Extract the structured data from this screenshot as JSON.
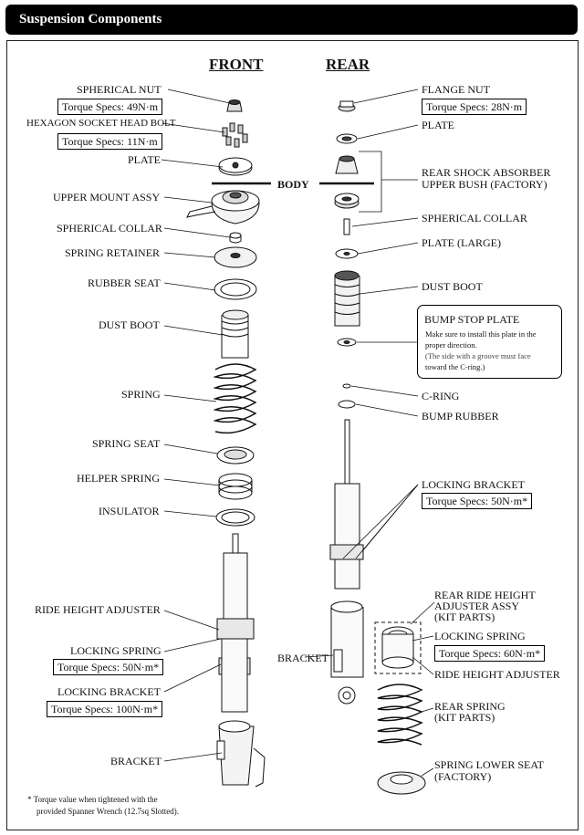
{
  "header": {
    "title": "Suspension Components"
  },
  "columns": {
    "front": "FRONT",
    "rear": "REAR"
  },
  "body_label": "BODY",
  "front": {
    "spherical_nut": "SPHERICAL NUT",
    "spherical_nut_torque": "Torque Specs: 49N·m",
    "hex_bolt": "HEXAGON SOCKET HEAD BOLT",
    "hex_bolt_torque": "Torque Specs: 11N·m",
    "plate": "PLATE",
    "upper_mount": "UPPER MOUNT ASSY",
    "spherical_collar": "SPHERICAL COLLAR",
    "spring_retainer": "SPRING RETAINER",
    "rubber_seat": "RUBBER SEAT",
    "dust_boot": "DUST BOOT",
    "spring": "SPRING",
    "spring_seat": "SPRING SEAT",
    "helper_spring": "HELPER SPRING",
    "insulator": "INSULATOR",
    "ride_height_adjuster": "RIDE HEIGHT ADJUSTER",
    "locking_spring": "LOCKING SPRING",
    "locking_spring_torque": "Torque Specs: 50N·m*",
    "locking_bracket": "LOCKING BRACKET",
    "locking_bracket_torque": "Torque Specs: 100N·m*",
    "bracket": "BRACKET"
  },
  "rear": {
    "flange_nut": "FLANGE NUT",
    "flange_nut_torque": "Torque Specs: 28N·m",
    "plate": "PLATE",
    "upper_bush_1": "REAR SHOCK ABSORBER",
    "upper_bush_2": "UPPER BUSH (FACTORY)",
    "spherical_collar": "SPHERICAL COLLAR",
    "plate_large": "PLATE (LARGE)",
    "dust_boot": "DUST BOOT",
    "bump_stop_title": "BUMP STOP PLATE",
    "bump_stop_line1": "Make sure to install this plate in the",
    "bump_stop_line2": "proper direction.",
    "bump_stop_line3": "(The side with a groove must face",
    "bump_stop_line4": "toward the C-ring.)",
    "c_ring": "C-RING",
    "bump_rubber": "BUMP RUBBER",
    "locking_bracket": "LOCKING BRACKET",
    "locking_bracket_torque": "Torque Specs: 50N·m*",
    "bracket": "BRACKET",
    "ride_height_assy_1": "REAR RIDE HEIGHT",
    "ride_height_assy_2": "ADJUSTER ASSY",
    "ride_height_assy_3": "(KIT PARTS)",
    "locking_spring": "LOCKING SPRING",
    "locking_spring_torque": "Torque Specs: 60N·m*",
    "ride_height_adjuster": "RIDE HEIGHT ADJUSTER",
    "rear_spring_1": "REAR SPRING",
    "rear_spring_2": "(KIT PARTS)",
    "lower_seat_1": "SPRING LOWER SEAT",
    "lower_seat_2": "(FACTORY)"
  },
  "footnote": {
    "line1": "* Torque value when tightened with the",
    "line2": "provided Spanner Wrench (12.7sq Slotted)."
  }
}
